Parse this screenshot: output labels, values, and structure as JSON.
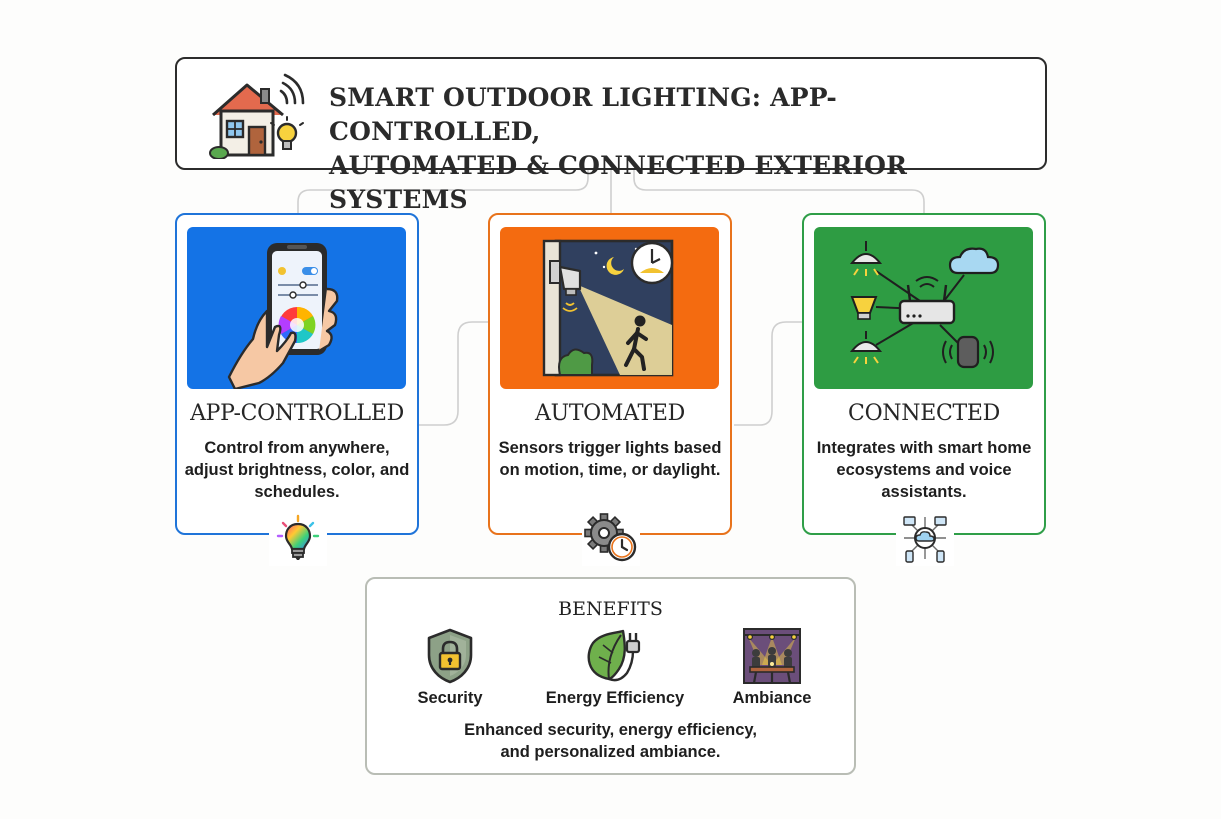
{
  "title": {
    "line1": "SMART OUTDOOR LIGHTING: APP-CONTROLLED,",
    "line2": "AUTOMATED & CONNECTED EXTERIOR SYSTEMS"
  },
  "cards": [
    {
      "heading": "APP-CONTROLLED",
      "description": "Control from anywhere, adjust brightness, color, and schedules.",
      "illustration": "phone-color-wheel-icon",
      "badge_icon": "rgb-bulb-icon",
      "accent": "#1f74d9"
    },
    {
      "heading": "AUTOMATED",
      "description": "Sensors trigger lights based on motion, time, or daylight.",
      "illustration": "motion-sensor-night-icon",
      "badge_icon": "gear-clock-icon",
      "accent": "#e8731c"
    },
    {
      "heading": "CONNECTED",
      "description": "Integrates with smart home ecosystems and voice assistants.",
      "illustration": "smart-hub-network-icon",
      "badge_icon": "cloud-devices-icon",
      "accent": "#2f9e48"
    }
  ],
  "benefits": {
    "title": "BENEFITS",
    "items": [
      {
        "label": "Security",
        "icon": "shield-lock-icon"
      },
      {
        "label": "Energy Efficiency",
        "icon": "leaf-plug-icon"
      },
      {
        "label": "Ambiance",
        "icon": "patio-dining-icon"
      }
    ],
    "summary_line1": "Enhanced security, energy efficiency,",
    "summary_line2": "and personalized ambiance."
  },
  "colors": {
    "title_border": "#2c2c2c",
    "connector": "#c9c9c9",
    "benefits_border": "#b9bdb5"
  }
}
